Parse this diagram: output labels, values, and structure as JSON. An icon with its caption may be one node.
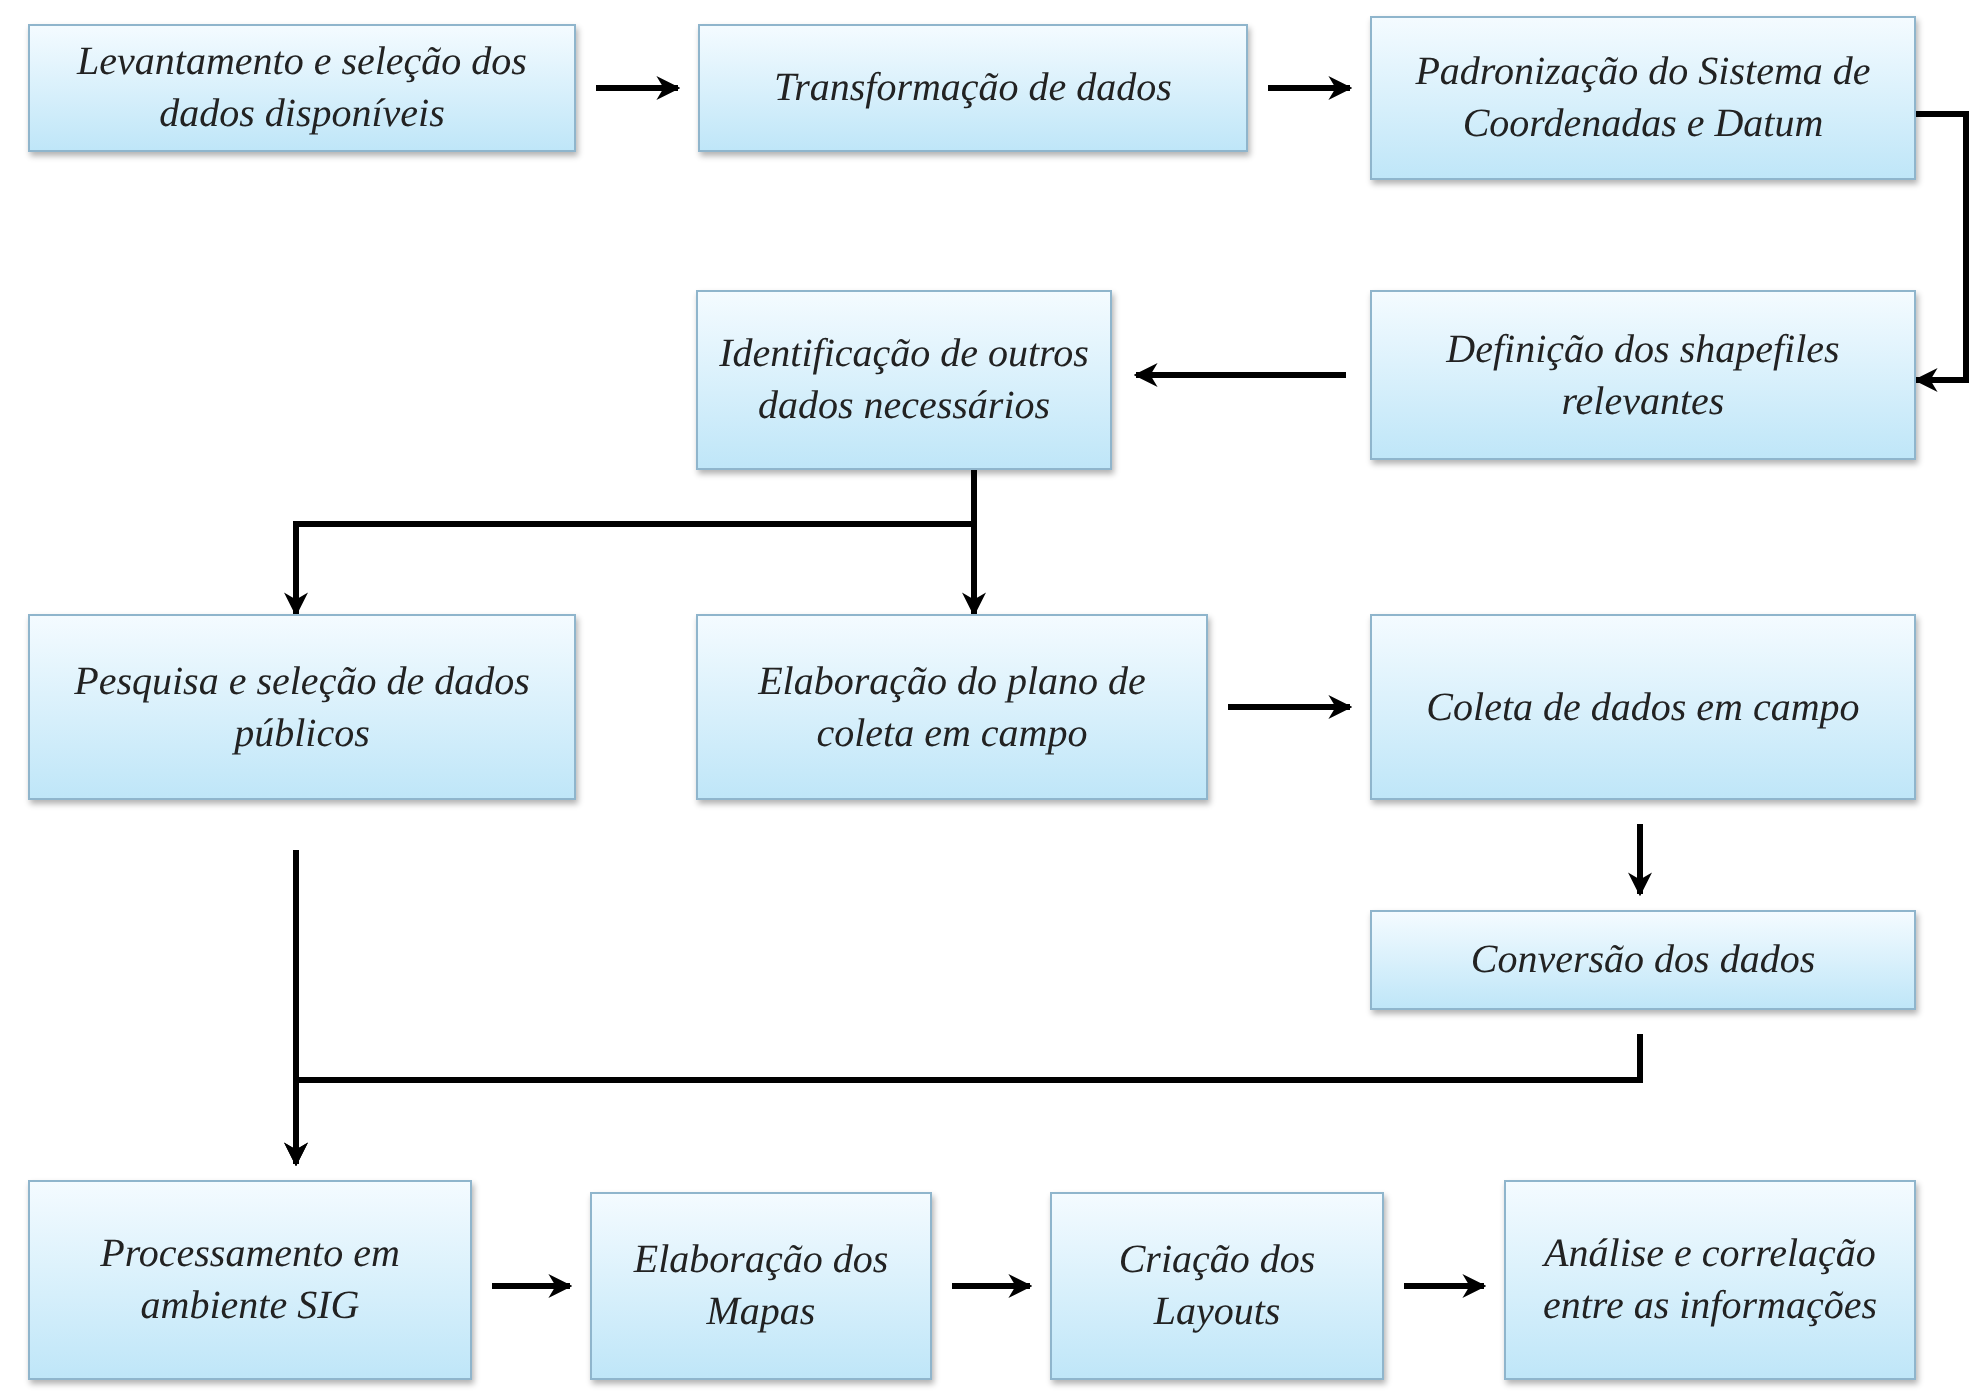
{
  "diagram": {
    "nodes": [
      {
        "text": [
          "Levantamento e seleção dos dados disponíveis"
        ]
      },
      {
        "text": [
          "Transformação de dados"
        ]
      },
      {
        "text": [
          "Padronização do Sistema de Coordenadas e Datum"
        ]
      },
      {
        "text": [
          "Identificação de outros dados necessários"
        ]
      },
      {
        "text": [
          "Definição dos shapefiles relevantes"
        ]
      },
      {
        "text": [
          "Pesquisa e seleção de dados públicos"
        ]
      },
      {
        "text": [
          "Elaboração do plano de coleta em campo"
        ]
      },
      {
        "text": [
          "Coleta de dados em campo"
        ]
      },
      {
        "text": [
          "Conversão dos dados"
        ]
      },
      {
        "text": [
          "Processamento em ambiente SIG"
        ]
      },
      {
        "text": [
          "Elaboração dos Mapas"
        ]
      },
      {
        "text": [
          "Criação dos Layouts"
        ]
      },
      {
        "text": [
          "Análise e correlação entre as informações"
        ]
      }
    ],
    "edges": [
      {
        "from": 0,
        "to": 1,
        "arrow": "to"
      },
      {
        "from": 1,
        "to": 2,
        "arrow": "to"
      },
      {
        "from": 2,
        "to": 4,
        "arrow": "to"
      },
      {
        "from": 4,
        "to": 3,
        "arrow": "to"
      },
      {
        "from": 3,
        "to": 5,
        "arrow": "to"
      },
      {
        "from": 3,
        "to": 6,
        "arrow": "to"
      },
      {
        "from": 6,
        "to": 7,
        "arrow": "to"
      },
      {
        "from": 7,
        "to": 8,
        "arrow": "to"
      },
      {
        "from": 5,
        "to": 9,
        "arrow": "to"
      },
      {
        "from": 8,
        "to": 9,
        "arrow": "to"
      },
      {
        "from": 9,
        "to": 10,
        "arrow": "to"
      },
      {
        "from": 10,
        "to": 11,
        "arrow": "to"
      },
      {
        "from": 11,
        "to": 12,
        "arrow": "to"
      }
    ]
  }
}
